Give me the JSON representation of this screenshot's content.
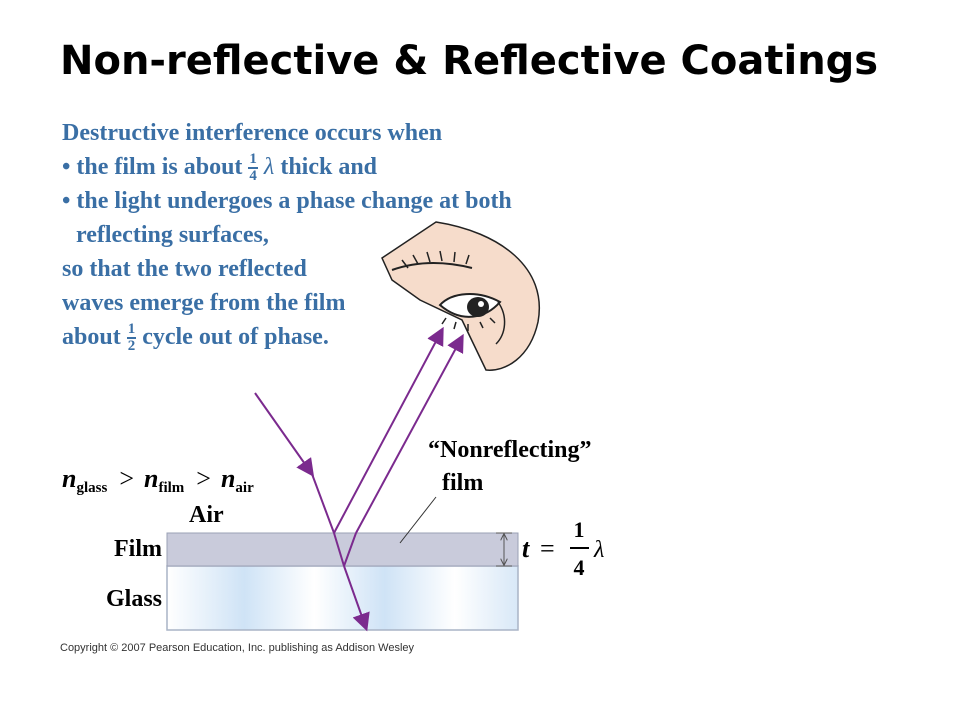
{
  "slide": {
    "title": "Non-reflective & Reflective Coatings"
  },
  "text": {
    "line1": "Destructive interference occurs when",
    "line2_pre": "• the film is about",
    "line2_num": "1",
    "line2_den": "4",
    "line2_lambda": "λ",
    "line2_post": "thick and",
    "line3": "• the light undergoes a phase change at both",
    "line4": "reflecting surfaces,",
    "line5": "so that the two reflected",
    "line6": "waves emerge from the film",
    "line7_pre": "about",
    "line7_num": "1",
    "line7_den": "2",
    "line7_post": "cycle out of phase."
  },
  "diagram": {
    "inequality": {
      "n1": "n",
      "s1": "glass",
      "gt1": ">",
      "n2": "n",
      "s2": "film",
      "gt2": ">",
      "n3": "n",
      "s3": "air"
    },
    "label_air": "Air",
    "label_film": "Film",
    "label_glass": "Glass",
    "annotation_line1": "“Nonreflecting”",
    "annotation_line2": "film",
    "thickness": {
      "var": "t",
      "eq": "=",
      "num": "1",
      "den": "4",
      "lambda": "λ"
    },
    "colors": {
      "ray": "#7b2a8e",
      "film": "#c9cbdb",
      "glass_edge": "#a9b4c6",
      "glass_tint": "#cfe3f6",
      "skin": "#f6dccb",
      "text_blue": "#3a6fa5"
    }
  },
  "copyright": "Copyright © 2007 Pearson Education, Inc. publishing as Addison Wesley"
}
